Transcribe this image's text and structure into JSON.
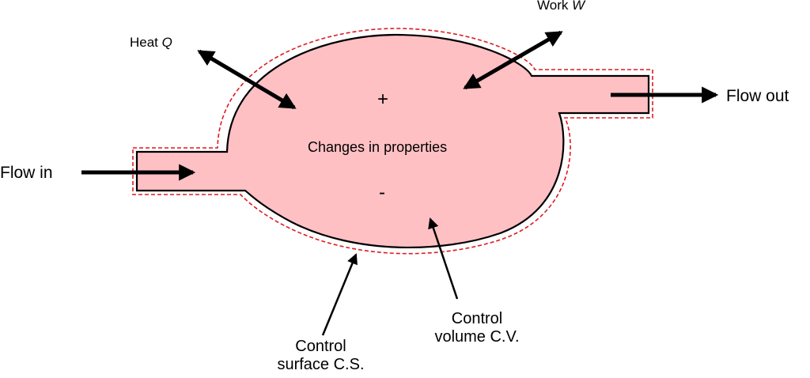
{
  "labels": {
    "heat": "Heat",
    "heat_symbol": "Q",
    "work": "Work",
    "work_symbol": "W",
    "flow_in": "Flow in",
    "flow_out": "Flow out",
    "plus": "+",
    "minus": "-",
    "changes": "Changes in properties",
    "control_volume_line1": "Control",
    "control_volume_line2": "volume C.V.",
    "control_surface_line1": "Control",
    "control_surface_line2": "surface C.S."
  },
  "colors": {
    "fill": "#ffc0c4",
    "outline": "#000000",
    "control_surface": "#e0191f",
    "arrows": "#000000",
    "background": "#ffffff"
  },
  "icons": {
    "arrow_heads": "triangle-arrowhead",
    "double_arrows": "bidirectional-arrow"
  }
}
